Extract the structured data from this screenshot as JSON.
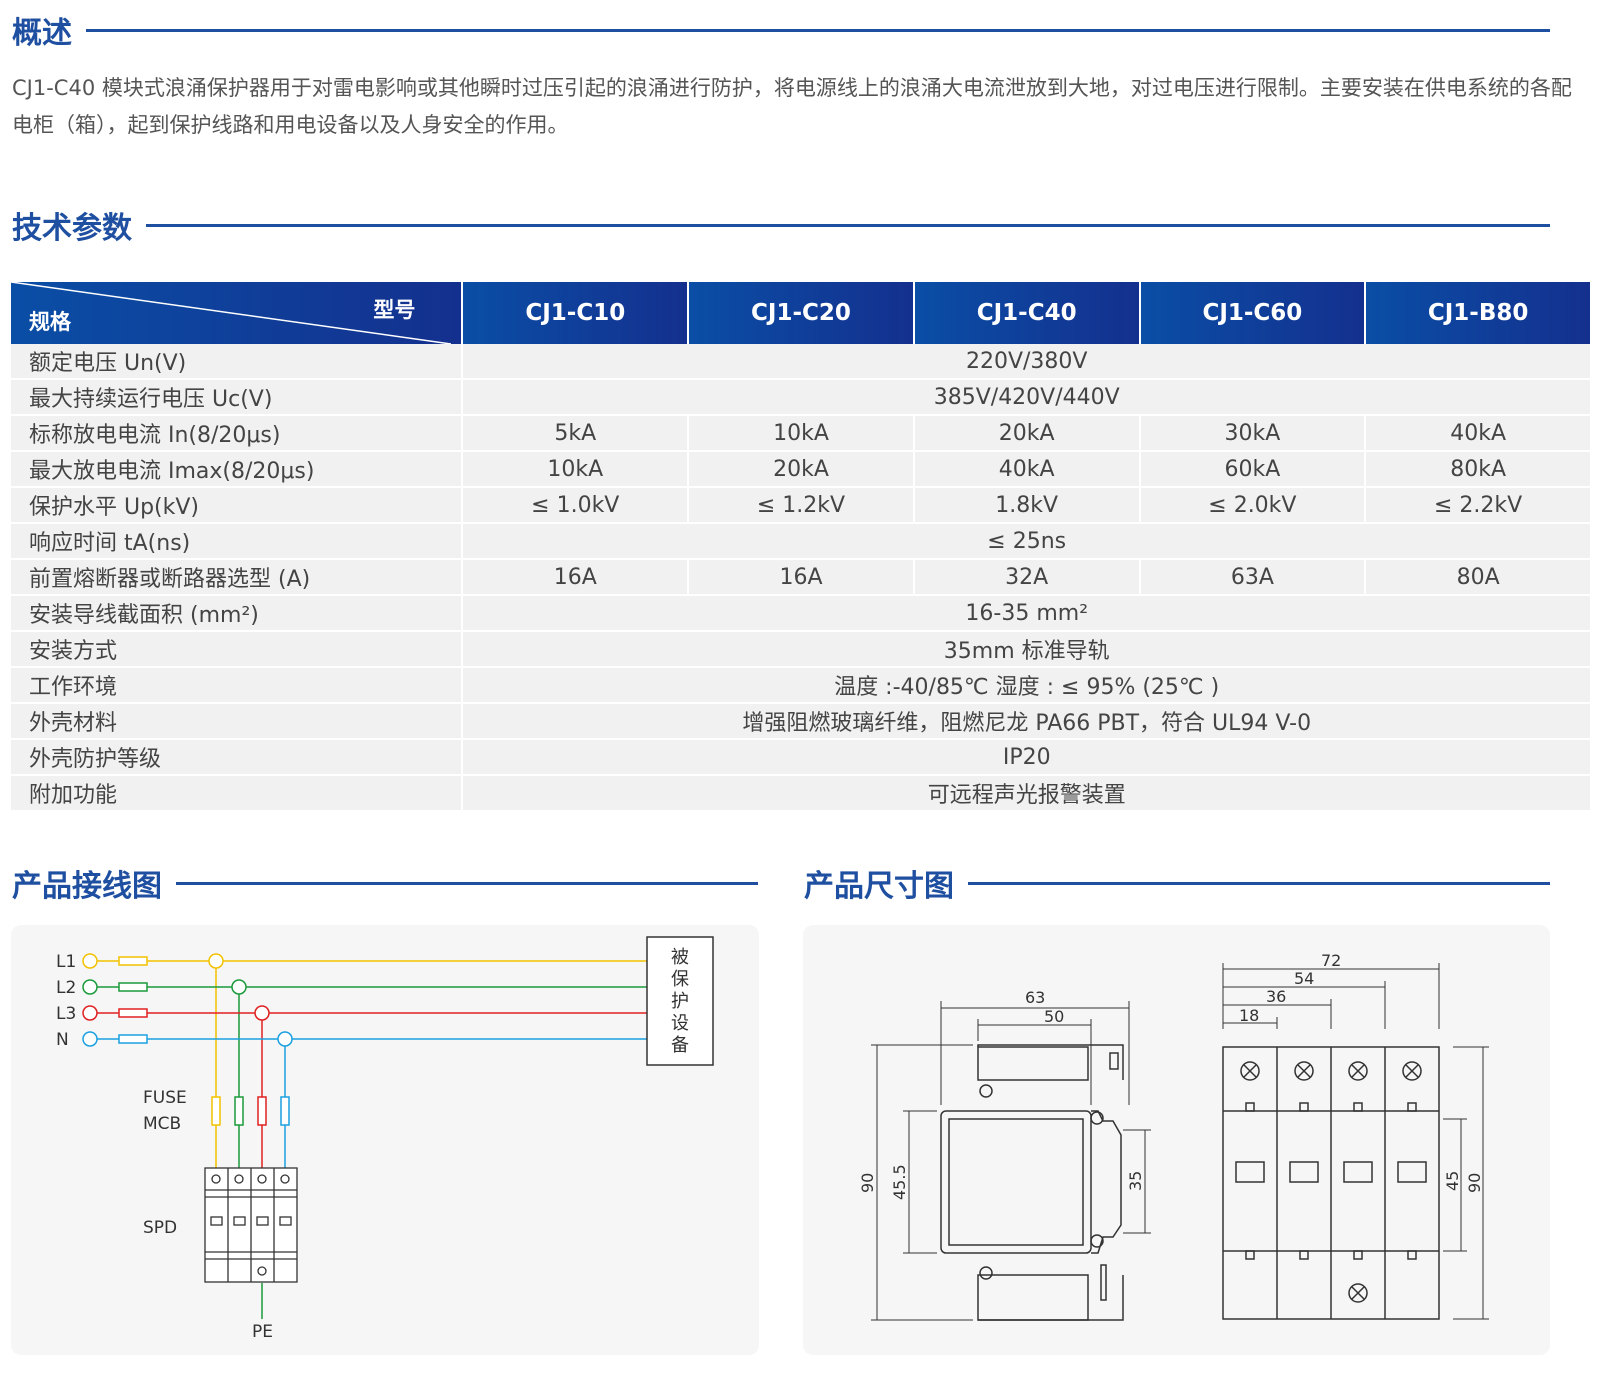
{
  "overview": {
    "title": "概述",
    "text": "CJ1-C40 模块式浪涌保护器用于对雷电影响或其他瞬时过压引起的浪涌进行防护，将电源线上的浪涌大电流泄放到大地，对过电压进行限制。主要安装在供电系统的各配电柜（箱），起到保护线路和用电设备以及人身安全的作用。"
  },
  "tech": {
    "title": "技术参数",
    "corner_model": "型号",
    "corner_spec": "规格",
    "models": [
      "CJ1-C10",
      "CJ1-C20",
      "CJ1-C40",
      "CJ1-C60",
      "CJ1-B80"
    ],
    "rows": [
      {
        "label": "额定电压 Un(V)",
        "span": "220V/380V"
      },
      {
        "label": "最大持续运行电压 Uc(V)",
        "span": "385V/420V/440V"
      },
      {
        "label": "标称放电电流 In(8/20μs)",
        "cells": [
          "5kA",
          "10kA",
          "20kA",
          "30kA",
          "40kA"
        ]
      },
      {
        "label": "最大放电电流 Imax(8/20μs)",
        "cells": [
          "10kA",
          "20kA",
          "40kA",
          "60kA",
          "80kA"
        ]
      },
      {
        "label": "保护水平 Up(kV)",
        "cells": [
          "≤ 1.0kV",
          "≤ 1.2kV",
          "1.8kV",
          "≤ 2.0kV",
          "≤ 2.2kV"
        ]
      },
      {
        "label": "响应时间 tA(ns)",
        "span": "≤ 25ns"
      },
      {
        "label": "前置熔断器或断路器选型 (A)",
        "cells": [
          "16A",
          "16A",
          "32A",
          "63A",
          "80A"
        ]
      },
      {
        "label": "安装导线截面积 (mm²)",
        "span": "16-35 mm²"
      },
      {
        "label": "安装方式",
        "span": "35mm 标准导轨"
      },
      {
        "label": "工作环境",
        "span": "温度 :-40/85℃  湿度 : ≤ 95% (25℃ )"
      },
      {
        "label": "外壳材料",
        "span": "增强阻燃玻璃纤维，阻燃尼龙 PA66  PBT，符合 UL94 V-0"
      },
      {
        "label": "外壳防护等级",
        "span": "IP20"
      },
      {
        "label": "附加功能",
        "span": "可远程声光报警装置"
      }
    ]
  },
  "wiring": {
    "title": "产品接线图",
    "lines": [
      "L1",
      "L2",
      "L3",
      "N"
    ],
    "fuse_label": "FUSE",
    "mcb_label": "MCB",
    "spd_label": "SPD",
    "pe_label": "PE",
    "device_label": "被保护设备",
    "colors": {
      "L1": "#f2c200",
      "L2": "#1a9a3a",
      "L3": "#e02020",
      "N": "#1aa0e0"
    }
  },
  "dimension": {
    "title": "产品尺寸图",
    "side_top_outer": "63",
    "side_top_inner": "50",
    "side_height": "90",
    "side_inner_height": "45.5",
    "side_rail": "35",
    "front_width_4": "72",
    "front_width_3": "54",
    "front_width_2": "36",
    "front_width_1": "18",
    "front_inner_height": "45",
    "front_height": "90"
  }
}
